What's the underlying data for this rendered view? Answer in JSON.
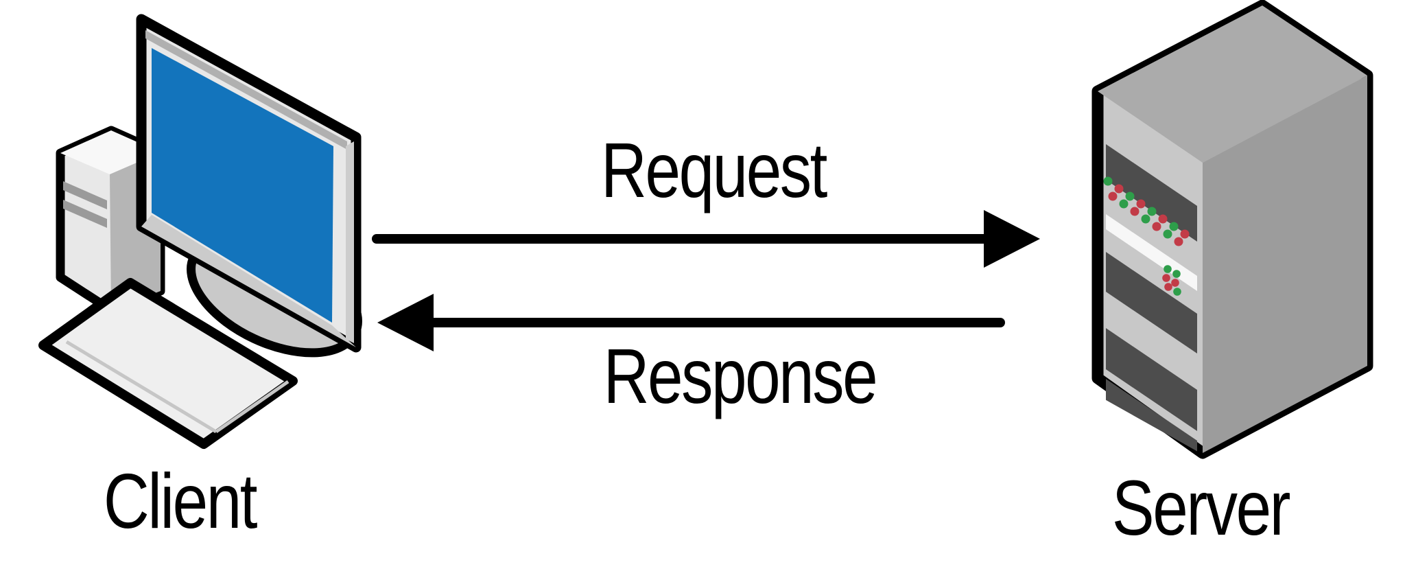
{
  "diagram": {
    "type": "client-server-communication",
    "nodes": [
      {
        "id": "client",
        "label": "Client",
        "icon": "desktop-computer-icon"
      },
      {
        "id": "server",
        "label": "Server",
        "icon": "server-tower-icon"
      }
    ],
    "arrows": [
      {
        "id": "request",
        "label": "Request",
        "from": "client",
        "to": "server",
        "direction": "right"
      },
      {
        "id": "response",
        "label": "Response",
        "from": "server",
        "to": "client",
        "direction": "left"
      }
    ],
    "colors": {
      "background": "#FFFFFF",
      "outline": "#000000",
      "screen_blue": "#1374BC",
      "monitor_bezel": "#E8E8E8",
      "monitor_chin": "#CBCBCB",
      "base_gray": "#C9C9C9",
      "keyboard_gray": "#EFEFEF",
      "tower_front": "#E8E8E8",
      "tower_top": "#F8F8F8",
      "tower_side": "#B5B5B5",
      "server_front": "#C8C8C8",
      "server_top": "#ABABAB",
      "server_side": "#9C9C9C",
      "slot_dark": "#4D4D4D",
      "stripe_white": "#F7F7F7",
      "led_green": "#2E9E4A",
      "led_red": "#C23B47",
      "text": "#000000"
    }
  }
}
